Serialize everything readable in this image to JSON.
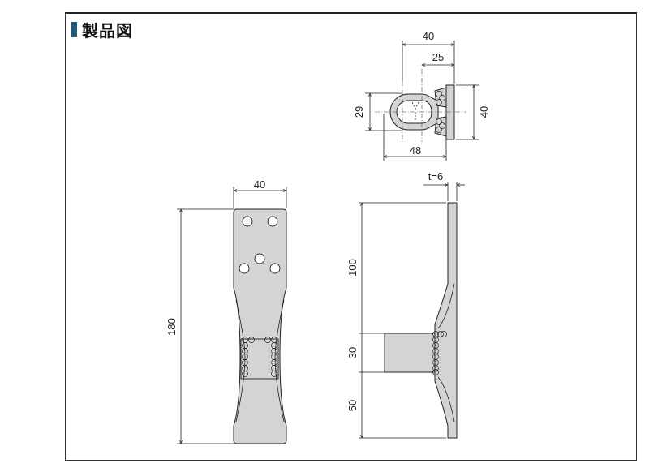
{
  "title": "製品図",
  "colors": {
    "title_marker": "#1f5a78",
    "part_fill": "#d4d4d4",
    "line": "#222222"
  },
  "top_view": {
    "width_40": "40",
    "offset_25": "25",
    "height_29": "29",
    "length_48": "48",
    "flange_40": "40"
  },
  "front_view": {
    "width_40": "40",
    "length_180": "180"
  },
  "side_view": {
    "thickness": "t=6",
    "upper_100": "100",
    "block_30": "30",
    "lower_50": "50"
  }
}
